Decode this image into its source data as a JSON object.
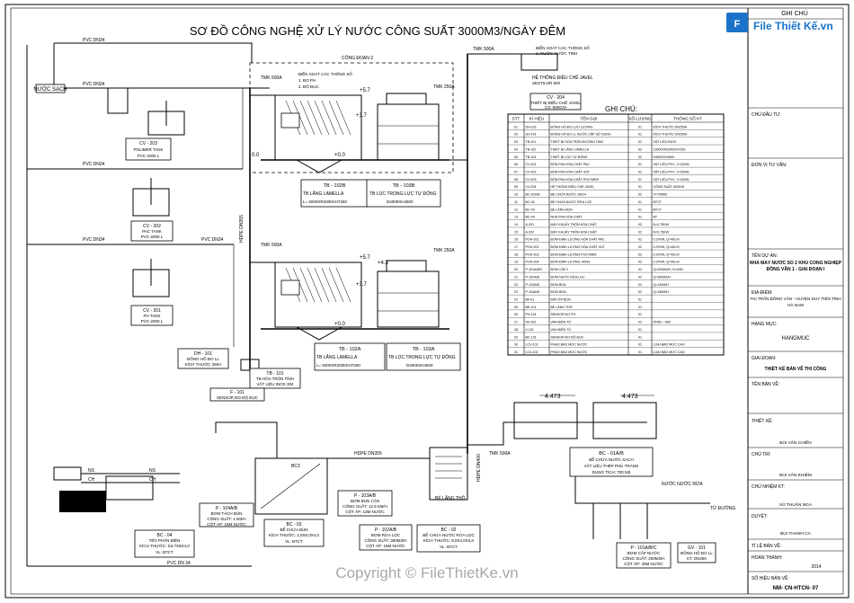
{
  "title": "SƠ ĐỒ CÔNG NGHỆ XỬ LÝ NƯỚC  CÔNG SUẤT 3000M3/NGÀY ĐÊM",
  "watermark": {
    "brand": "File Thiết Kế.vn",
    "copyright": "Copyright © FileThietKe.vn"
  },
  "stage2_label": "CÔNG ĐOẠN 2",
  "legend": {
    "title": "GHI CHÚ:",
    "headers": [
      "STT",
      "KÍ HIỆU",
      "TÊN GỌI",
      "SỐ LƯỢNG",
      "THÔNG SỐ KT"
    ],
    "rows": [
      [
        "01",
        "DH-101",
        "ĐỒNG HỒ ĐO LƯU LƯỢNG",
        "01",
        "KÍCH THƯỚC DN250A"
      ],
      [
        "02",
        "GV-101",
        "ĐỒNG HỒ ĐO LL NƯỚC CẤP SỬ DỤNG",
        "01",
        "KÍCH THƯỚC DN250A"
      ],
      [
        "03",
        "TB-101",
        "THIẾT BỊ HÒA TRỘN ĐƯỜNG ỐNG",
        "01",
        "VẬT LIỆU INOX"
      ],
      [
        "04",
        "TB-102",
        "THIẾT BỊ LẮNG LAMELLA",
        "02",
        "L5000XR2000XH7250"
      ],
      [
        "05",
        "TB-103",
        "THIẾT BỊ LỌC TỰ ĐỘNG",
        "02",
        "D4000XH4500"
      ],
      [
        "06",
        "CV-201",
        "BỒN PHA HÓA CHẤT PAC",
        "01",
        "VẬT LIỆU PVC, V=2000L"
      ],
      [
        "07",
        "CV-202",
        "BỒN PHA HÓA CHẤT XÚT",
        "01",
        "VẬT LIỆU PVC, V=2000L"
      ],
      [
        "08",
        "CV-203",
        "BỒN PHA HÓA CHẤT POLYMER",
        "01",
        "VẬT LIỆU PVC, V=2000L"
      ],
      [
        "09",
        "CV-204",
        "HỆ THỐNG ĐIỀU CHẾ JAVEL",
        "01",
        "CÔNG SUẤT 500G/H"
      ],
      [
        "10",
        "BC-01A/B",
        "BỂ CHỨA NƯỚC SẠCH",
        "02",
        "V=700M3"
      ],
      [
        "11",
        "BC-02",
        "BỂ CHỨA NƯỚC RỬA LỌC",
        "01",
        "BTCT"
      ],
      [
        "12",
        "BC-03",
        "BỂ LẮNG BÙN",
        "01",
        "BTCT"
      ],
      [
        "13",
        "BC-04",
        "NHÀ PHA HÓA CHẤT",
        "01",
        "BT"
      ],
      [
        "14",
        "A-201",
        "MÁY KHUẤY TRỘN HÓA CHẤT",
        "02",
        "N=0.75KW"
      ],
      [
        "15",
        "A-202",
        "MÁY KHUẤY TRỘN HÓA CHẤT",
        "02",
        "N=0.75KW"
      ],
      [
        "16",
        "POH-201",
        "BƠM ĐỊNH LƯỢNG HÓA CHẤT PAC",
        "02",
        "0.37KW, Q=40L/H"
      ],
      [
        "17",
        "POH-202",
        "BƠM ĐỊNH LƯỢNG HÓA CHẤT XÚT",
        "02",
        "0.37KW, Q=40L/H"
      ],
      [
        "18",
        "POH-203",
        "BƠM ĐỊNH LƯỢNG POLYMER",
        "02",
        "0.37KW, Q=40L/H"
      ],
      [
        "19",
        "POH-204",
        "BƠM ĐỊNH LƯỢNG JAVEL",
        "02",
        "0.37KW, Q=40L/H"
      ],
      [
        "20",
        "P-101A/B/C",
        "BƠM CẤP 2",
        "03",
        "Q=200M3/H, H=40M"
      ],
      [
        "21",
        "P-102A/B",
        "BƠM NƯỚC RỬA LỌC",
        "02",
        "Q=300M3/H"
      ],
      [
        "22",
        "P-103A/B",
        "BƠM BÙN",
        "02",
        "Q=12M3/H"
      ],
      [
        "23",
        "P-104A/B",
        "BƠM BÙN",
        "02",
        "Q=15M3/H"
      ],
      [
        "24",
        "BF-01",
        "MÁY ÉP BÙN",
        "01",
        "-"
      ],
      [
        "25",
        "BE-101",
        "BỂ LẮNG THÔ",
        "01",
        "-"
      ],
      [
        "26",
        "PH-101",
        "SENSOR ĐO PH",
        "01",
        "-"
      ],
      [
        "27",
        "SV-102",
        "VAN ĐIỆN TỪ",
        "02",
        "DN50 ~ A50"
      ],
      [
        "28",
        "V-101",
        "VAN ĐIỆN TỪ",
        "01",
        "-"
      ],
      [
        "29",
        "BC-101",
        "SENSOR ĐO ĐỘ ĐỤC",
        "01",
        "-"
      ],
      [
        "30",
        "LCV-101",
        "PHAO BÁO MỨC NƯỚC",
        "01",
        "LOẠI BÁO MỨC CAO"
      ],
      [
        "31",
        "LCV-102",
        "PHAO BÁO MỨC NƯỚC",
        "01",
        "LOẠI BÁO MỨC CAO"
      ]
    ]
  },
  "titleblock": {
    "header": "GHI CHÚ",
    "owner_label": "CHỦ ĐẦU TƯ:",
    "consultant_label": "ĐƠN VỊ TƯ VẤN:",
    "project_label": "TÊN DỰ ÁN:",
    "project_name": "NHÀ MÁY NƯỚC SỐ 2 KHU CÔNG NGHIỆP ĐỒNG VĂN 1 - GIAI ĐOẠN I",
    "location_label": "ĐỊA ĐIỂM:",
    "location_value": "THỊ TRẤN ĐỒNG VĂN - HUYỆN DUY TIÊN TỈNH HÀ NAM",
    "item_label": "HẠNG MỤC:",
    "item_value": "HANGMUC",
    "phase_label": "GIAI ĐOẠN:",
    "phase_value": "THIẾT KẾ BẢN VẼ THI CÔNG",
    "drawing_label": "TÊN BẢN VẼ:",
    "designer_label": "THIẾT KẾ:",
    "designer_name": "BÙI VĂN CHIẾN",
    "chair_label": "CHỦ TRÌ:",
    "chair_name": "BÙI VĂN KHIÊM",
    "tech_label": "CHỦ NHIỆM KT:",
    "tech_name": "VŨ THUẬN NGA",
    "approve_label": "DUYỆT:",
    "approve_name": "BÙI THANH CA",
    "scale_label": "TỈ LỆ BẢN VẼ:",
    "date_label": "HOÀN THÀNH:",
    "date_value": "2014",
    "number_label": "SỐ HIỆU BẢN VẼ:",
    "number_value": "NM- CN-HTCN- 07"
  },
  "labels": {
    "clean_water_in": "NƯỚC SẠCH",
    "pvc_dn34_top": "PVC DN34",
    "pvc_dn34_a": "PVC DN34",
    "pvc_dn34_b": "PVC DN34",
    "pvc_dn34_c": "PVC DN34",
    "pvc_dn34_d": "PVC DN34",
    "pvc_dn34_bottom": "PVC DN 34",
    "hdpe_dn355": "HDPE DN355",
    "hdpe_dn355b": "HDPE DN355",
    "hdpe_dn400": "HDPE DN400",
    "tank_cv203": "CV - 203",
    "tank_cv203_desc": "POLIMER TANK",
    "tank_cv203_spec": "PVC-2000 L",
    "tank_cv202": "CV - 202",
    "tank_cv202_desc": "PAC TANK",
    "tank_cv202_spec": "PVC-2000 L",
    "tank_cv201": "CV - 201",
    "tank_cv201_desc": "PH TANK",
    "tank_cv201_spec": "PVC-2000 L",
    "tb102b": "TB - 102B",
    "tb102b_desc": "TB LẮNG LAMELLA",
    "tb102b_spec": "L= 5000XR2000XH7250",
    "tb103b": "TB - 103B",
    "tb103b_desc": "TB LỌC TRỌNG LỰC TỰ ĐỘNG",
    "tb103b_spec": "D4000XH4500",
    "tb102a": "TB - 102A",
    "tb102a_desc": "TB LẮNG LAMELLA",
    "tb102a_spec": "L= 5000XR2000XH7250",
    "tb103a": "TB - 103A",
    "tb103a_desc": "TB LỌC TRỌNG LỰC TỰ ĐỘNG",
    "tb103a_spec": "D4000XH4500",
    "tb101": "TB - 101",
    "tb101_desc": "TB HÒA TRỘN TĨNH",
    "tb101_spec": "VẬT LIỆU INOX 304",
    "dh101": "DH - 101",
    "dh101_desc": "ĐỒNG HỒ ĐO LL",
    "dh101_spec": "KÍCH THƯỚC 250A",
    "f101": "F - 101",
    "f101_desc": "SENSOR ĐO ĐỘ ĐỤC",
    "cv204": "CV - 204",
    "cv204_desc": "THIẾT BỊ ĐIỀU CHẾ JAVEL",
    "cv204_spec": "CS: 500G/H",
    "javel_sys": "HỆ THỐNG ĐIỀU CHẾ JAVEL",
    "javel_sys2": "SESTILOR 500",
    "sensor_note": "BIỂN SOÁT CÁC THÔNG SỐ",
    "sensor_note2": "1. NƯỚC NƯỚC TINH",
    "sensor_top1": "BIỂN SOÁT CÁC THÔNG SỐ",
    "sensor_top2": "1. ĐO PH",
    "sensor_top3": "2. ĐỘ ĐỤC",
    "bc01": "BC - 01A/B",
    "bc01_desc": "BỂ CHỨA NƯỚC SẠCH",
    "bc01_spec": "VẬT LIỆU THÉP PHỦ TRÁNG",
    "bc01_cap": "DUNG TÍCH: 700 M3",
    "level1": "4.473",
    "level2": "4.473",
    "bc03": "BC - 03",
    "bc03_desc": "BỂ CHỨA BÙN",
    "bc03_spec": "KÍCH THƯỚC: 2,0X6,0X4,0",
    "bc03_vl": "VL: BTCT",
    "bc04": "BC - 04",
    "bc04_desc": "TÊN PHÂN ĐIỆN",
    "bc04_spec": "KÍCH THƯỚC: D4,7X8X4,0",
    "bc04_vl": "VL: BTCT",
    "bc02": "BC - 02",
    "bc02_desc": "BỂ CHỨA NƯỚC RỬA LỌC",
    "bc02_spec": "KÍCH THƯỚC: 8,0X4,0X4,0",
    "bc02_vl": "VL: BTCT",
    "p104": "P - 104A/B",
    "p104_desc": "BƠM TÁCH BÙN",
    "p104_spec": "CÔNG SUẤT: 1 M3/H",
    "p104_pwr": "CỘT ÁP: 15M NƯỚC",
    "p103": "P - 103A/B",
    "p103_desc": "BƠM BÙN CẶN",
    "p103_spec": "CÔNG SUẤT: 12.5 M3/H",
    "p103_pwr": "CỘT ÁP: 13M NƯỚC",
    "p102": "P - 102A/B",
    "p102_desc": "BƠM RỬA LỌC",
    "p102_spec": "CÔNG SUẤT: 300M3/H",
    "p102_pwr": "CỘT ÁP: 15M NƯỚC",
    "p101": "P - 101A/B/C",
    "p101_desc": "BƠM CẤP NƯỚC",
    "p101_spec": "CÔNG SUẤT: 200M3/H",
    "p101_pwr": "CỘT ÁP: 40M NƯỚC",
    "gv101": "GV - 101",
    "gv101_desc": "ĐỒNG HỒ ĐO LL",
    "gv101_spec": "KT: DN250",
    "settling": "BỂ LẮNG THÔ",
    "to_use": "TỪ ĐƯỜNG",
    "ns": "NS",
    "ch": "CH",
    "thk": "TMK 500A",
    "thk2": "TMK 500A",
    "thk3": "TMK 250A",
    "thk4": "TMK 250A",
    "thk5": "TMK 500A",
    "thk6": "TMK 500A",
    "water_pipe": "NƯỚC NƯỚC RỬA",
    "lv1": "0.0",
    "lv2": "+5.7",
    "lv3": "+3.7",
    "lv4": "+0.0",
    "lv5": "+4.3",
    "lv6": "+5.7",
    "lv7": "+3.7",
    "lv8": "+0.0",
    "bc3_tag": "BC3"
  }
}
